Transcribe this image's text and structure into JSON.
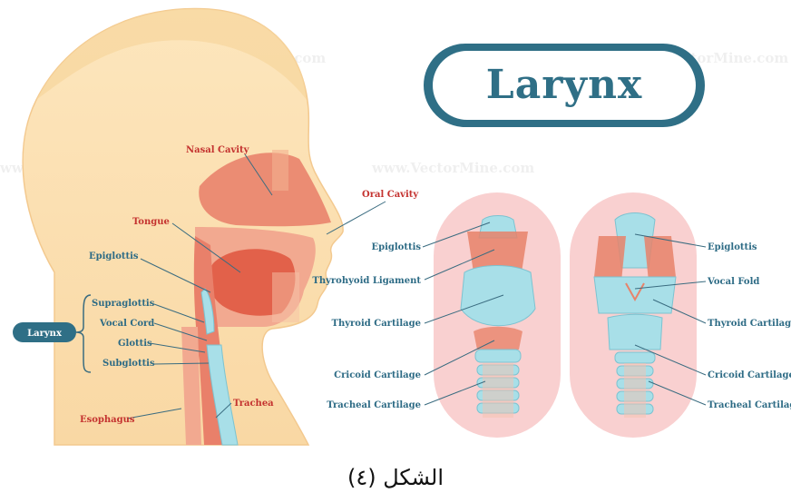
{
  "title": "Larynx",
  "watermark": "www.VectorMine.com",
  "caption": "الشكل (٤)",
  "colors": {
    "title_blue": "#2f6f86",
    "label_red": "#c4322f",
    "label_blue": "#2d6b85",
    "skin": "#fde0b0",
    "cartilage": "#a8dfe8",
    "muscle": "#e8836a",
    "background_pink": "#f9d0d0"
  },
  "side_view": {
    "labels": {
      "nasal_cavity": "Nasal Cavity",
      "oral_cavity": "Oral Cavity",
      "tongue": "Tongue",
      "epiglottis": "Epiglottis",
      "supraglottis": "Supraglottis",
      "vocal_cord": "Vocal Cord",
      "glottis": "Glottis",
      "subglottis": "Subglottis",
      "esophagus": "Esophagus",
      "trachea": "Trachea"
    },
    "group_badge": "Larynx"
  },
  "front_view": {
    "labels": {
      "epiglottis": "Epiglottis",
      "thyrohyoid_ligament": "Thyrohyoid Ligament",
      "thyroid_cartilage": "Thyroid Cartilage",
      "cricoid_cartilage": "Cricoid Cartilage",
      "tracheal_cartilage": "Tracheal Cartilage"
    }
  },
  "back_view": {
    "labels": {
      "epiglottis": "Epiglottis",
      "vocal_fold": "Vocal Fold",
      "thyroid_cartilage": "Thyroid Cartilage",
      "cricoid_cartilage": "Cricoid Cartilage",
      "tracheal_cartilage": "Tracheal Cartilage"
    }
  }
}
